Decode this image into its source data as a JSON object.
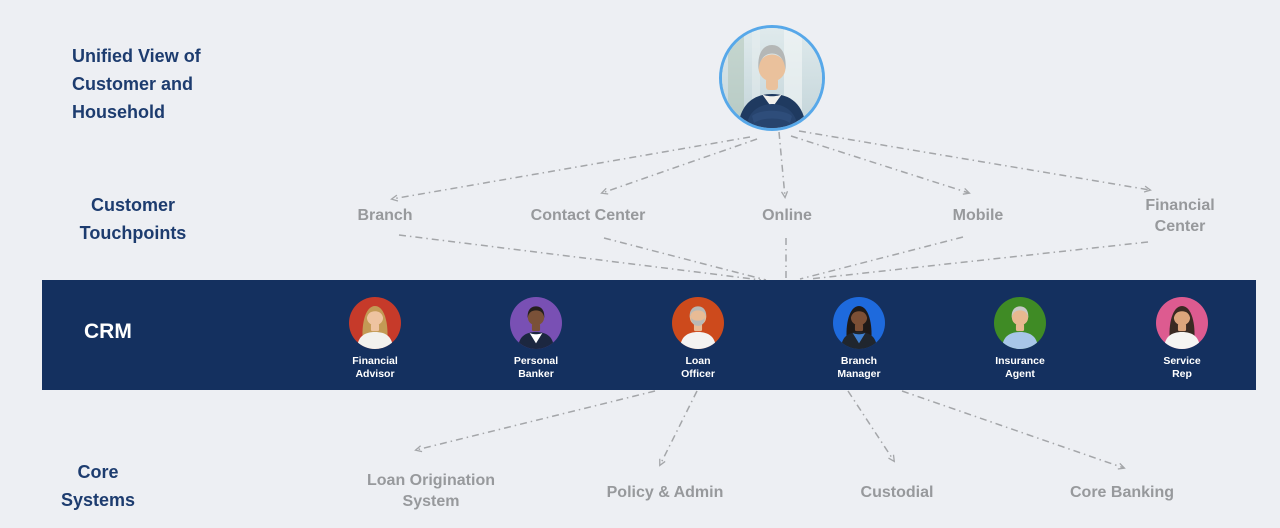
{
  "palette": {
    "background": "#edeff3",
    "heading_text": "#1d3c6f",
    "muted_text": "#97999c",
    "connector_line": "#a4a6a9",
    "crm_band": "#14305f",
    "customer_ring": "#57a8e9"
  },
  "left_rail": {
    "unified_view_label": "Unified View of Customer and Household",
    "touchpoints_label": "Customer Touchpoints",
    "crm_label": "CRM",
    "core_systems_label": "Core Systems"
  },
  "customer": {
    "avatar_icon": "customer-photo-avatar"
  },
  "touchpoints": {
    "items": [
      {
        "label": "Branch"
      },
      {
        "label": "Contact Center"
      },
      {
        "label": "Online"
      },
      {
        "label": "Mobile"
      },
      {
        "label": "Financial Center"
      }
    ]
  },
  "crm": {
    "people": [
      {
        "label": "Financial Advisor",
        "avatar_icon": "woman-avatar-red-circle",
        "colors": {
          "circle": "#c63a2a",
          "skin": "#eec3a0",
          "hair": "#c39a55",
          "shirt": "#f2f1ee",
          "jacket": "#f2f1ee"
        }
      },
      {
        "label": "Personal Banker",
        "avatar_icon": "man-avatar-purple-circle",
        "colors": {
          "circle": "#7950b4",
          "skin": "#7a5138",
          "hair": "#241f1c",
          "shirt": "#ffffff",
          "jacket": "#1c2740"
        }
      },
      {
        "label": "Loan Officer",
        "avatar_icon": "bearded-man-avatar-orange-circle",
        "colors": {
          "circle": "#cd4a1c",
          "skin": "#e8bb95",
          "hair": "#b9b9b5",
          "shirt": "#f4f3f1",
          "jacket": "#f4f3f1"
        }
      },
      {
        "label": "Branch Manager",
        "avatar_icon": "woman-avatar-blue-circle",
        "colors": {
          "circle": "#1e6add",
          "skin": "#7c4f35",
          "hair": "#1f1a18",
          "shirt": "#3f7fd0",
          "jacket": "#20262e"
        }
      },
      {
        "label": "Insurance Agent",
        "avatar_icon": "man-avatar-green-circle",
        "colors": {
          "circle": "#3f8b25",
          "skin": "#e7b890",
          "hair": "#c9c9c5",
          "shirt": "#a8c6e8",
          "jacket": "#a8c6e8"
        }
      },
      {
        "label": "Service Rep",
        "avatar_icon": "woman-avatar-pink-circle",
        "colors": {
          "circle": "#dd5b90",
          "skin": "#dca57c",
          "hair": "#3a2a22",
          "shirt": "#f5f4f2",
          "jacket": "#f5f4f2"
        }
      }
    ]
  },
  "core_systems": {
    "items": [
      {
        "label": "Loan Origination System"
      },
      {
        "label": "Policy & Admin"
      },
      {
        "label": "Custodial"
      },
      {
        "label": "Core Banking"
      }
    ]
  },
  "connections": [
    {
      "from": "Customer",
      "to": "Branch"
    },
    {
      "from": "Customer",
      "to": "Contact Center"
    },
    {
      "from": "Customer",
      "to": "Online"
    },
    {
      "from": "Customer",
      "to": "Mobile"
    },
    {
      "from": "Customer",
      "to": "Financial Center"
    },
    {
      "from": "Branch",
      "to": "CRM"
    },
    {
      "from": "Contact Center",
      "to": "CRM"
    },
    {
      "from": "Online",
      "to": "CRM"
    },
    {
      "from": "Mobile",
      "to": "CRM"
    },
    {
      "from": "Financial Center",
      "to": "CRM"
    },
    {
      "from": "CRM",
      "to": "Loan Origination System"
    },
    {
      "from": "CRM",
      "to": "Policy & Admin"
    },
    {
      "from": "CRM",
      "to": "Custodial"
    },
    {
      "from": "CRM",
      "to": "Core Banking"
    }
  ]
}
